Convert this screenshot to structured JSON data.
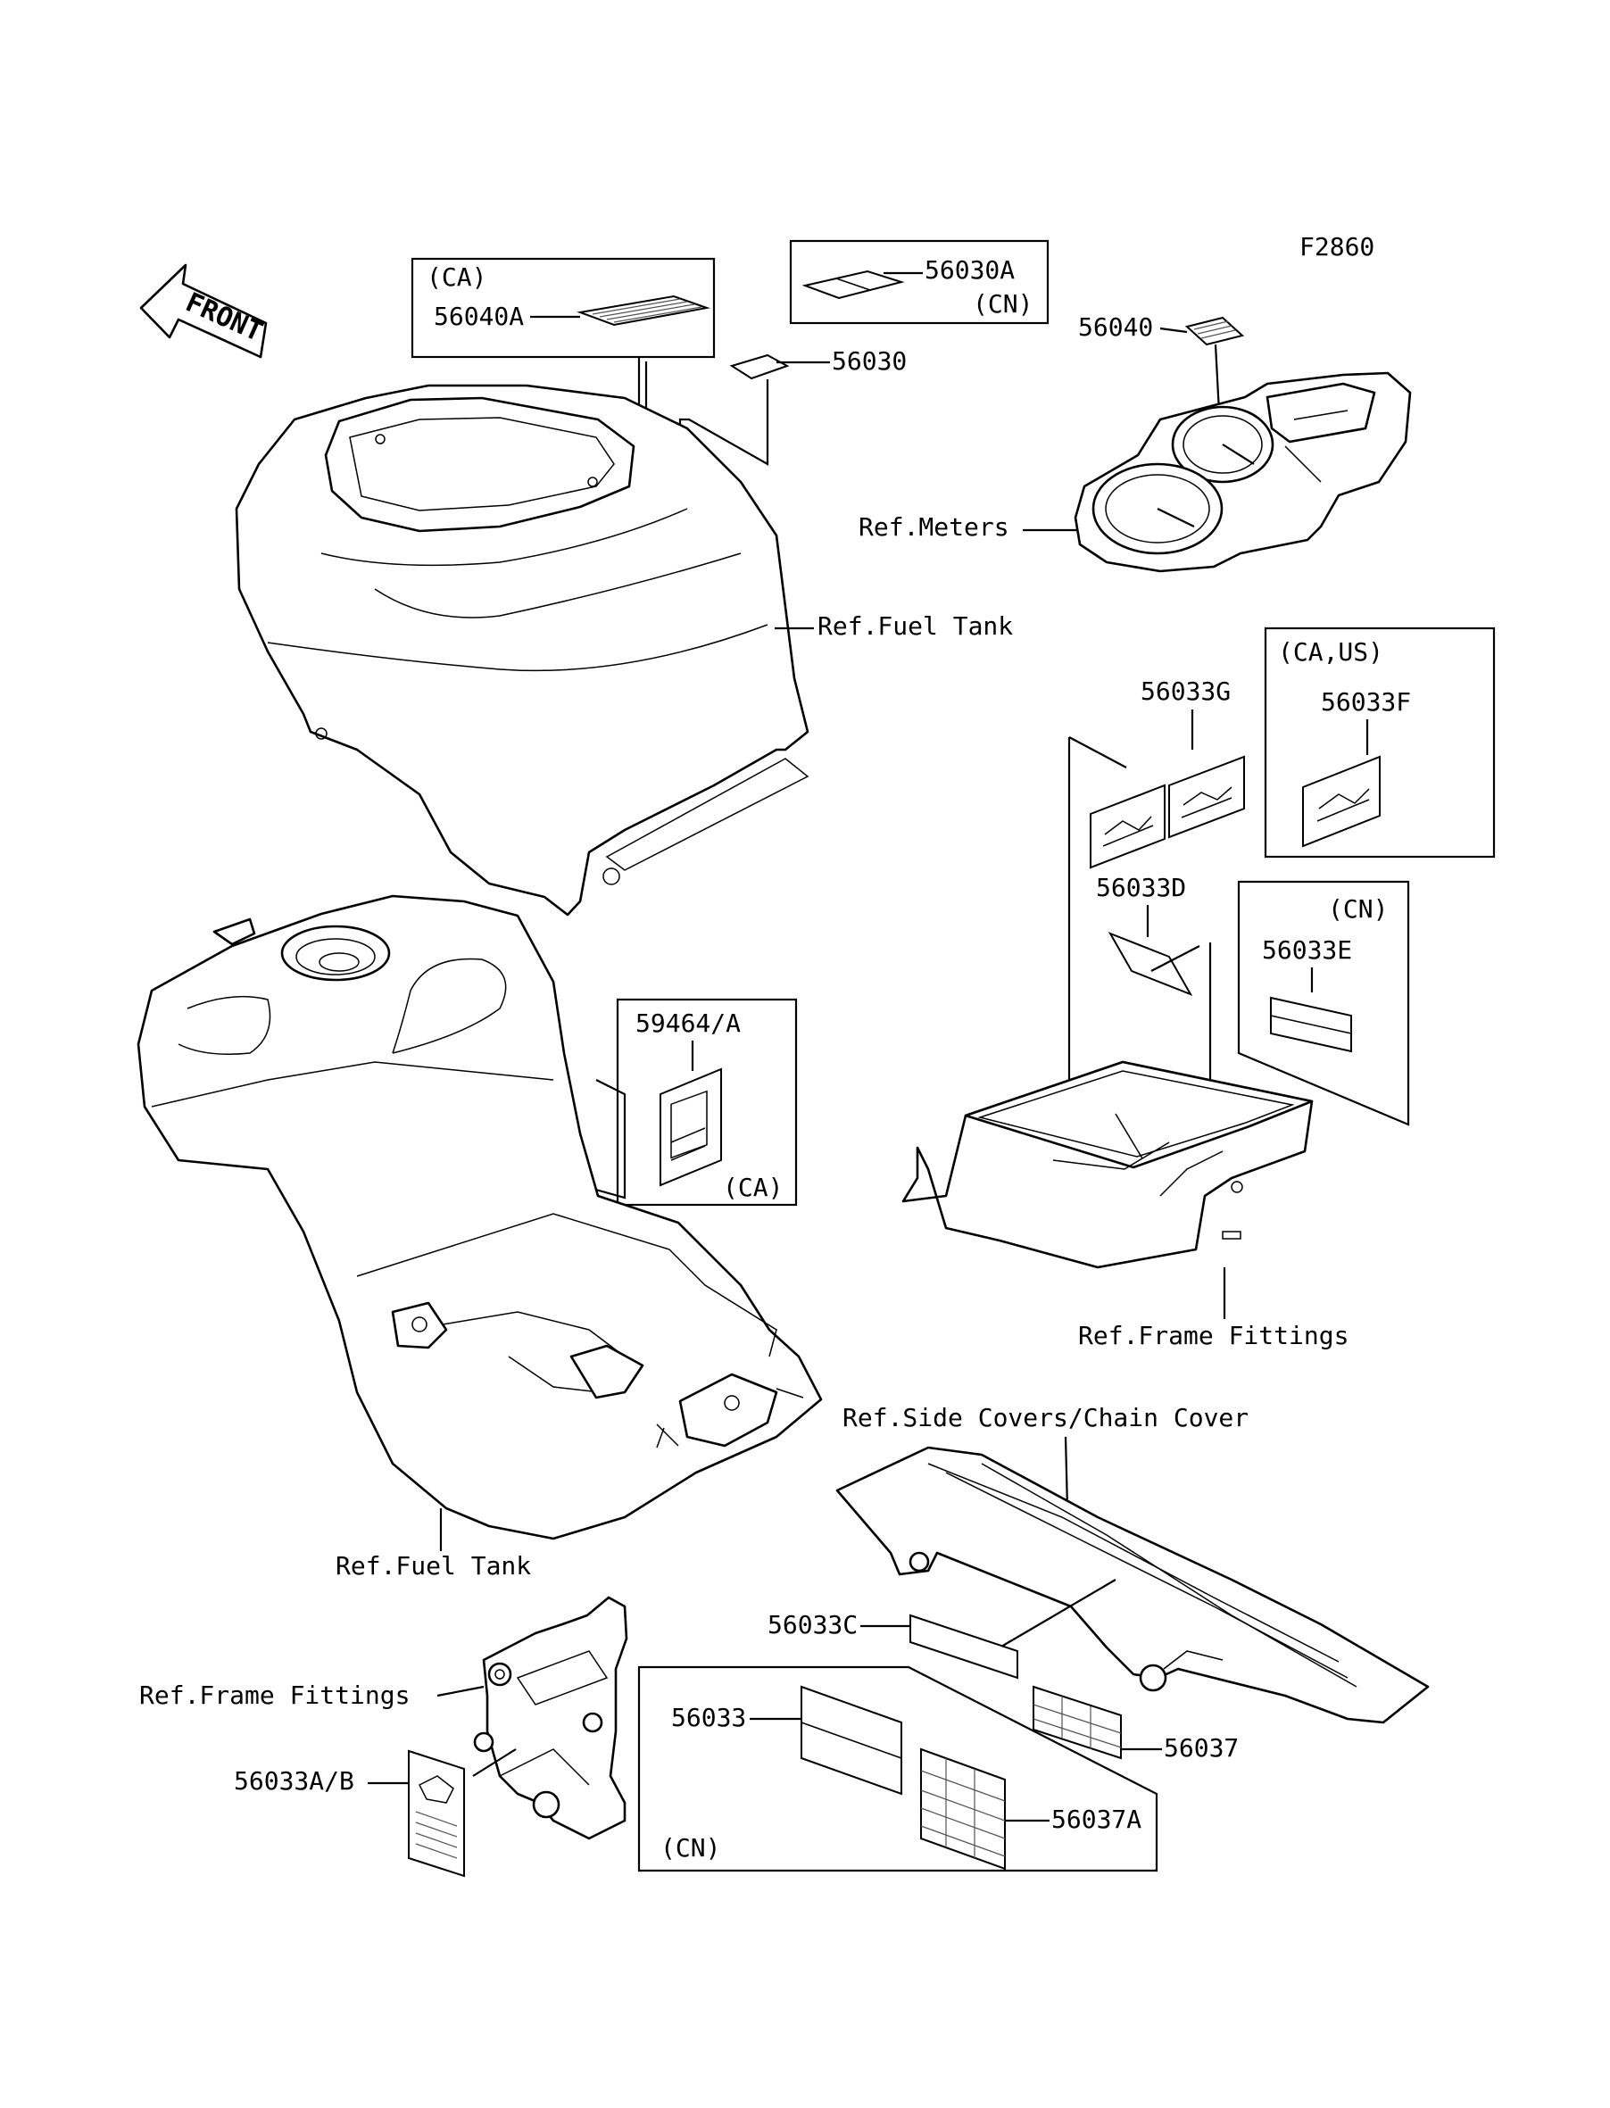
{
  "figure_code": "F2860",
  "front_label": "FRONT",
  "labels": {
    "region_ca_1": "(CA)",
    "p56040A": "56040A",
    "p56030A": "56030A",
    "region_cn_1": "(CN)",
    "p56030": "56030",
    "p56040": "56040",
    "ref_meters": "Ref.Meters",
    "ref_fuel_tank_top": "Ref.Fuel Tank",
    "region_ca_us": "(CA,US)",
    "p56033G": "56033G",
    "p56033F": "56033F",
    "p56033D": "56033D",
    "region_cn_2": "(CN)",
    "p56033E": "56033E",
    "p59464A": "59464/A",
    "region_ca_2": "(CA)",
    "ref_frame_fittings_right": "Ref.Frame Fittings",
    "ref_side_covers": "Ref.Side Covers/Chain Cover",
    "ref_fuel_tank_bottom": "Ref.Fuel Tank",
    "ref_frame_fittings_left": "Ref.Frame Fittings",
    "p56033AB": "56033A/B",
    "p56033C": "56033C",
    "p56033": "56033",
    "p56037": "56037",
    "p56037A": "56037A",
    "region_cn_3": "(CN)"
  }
}
